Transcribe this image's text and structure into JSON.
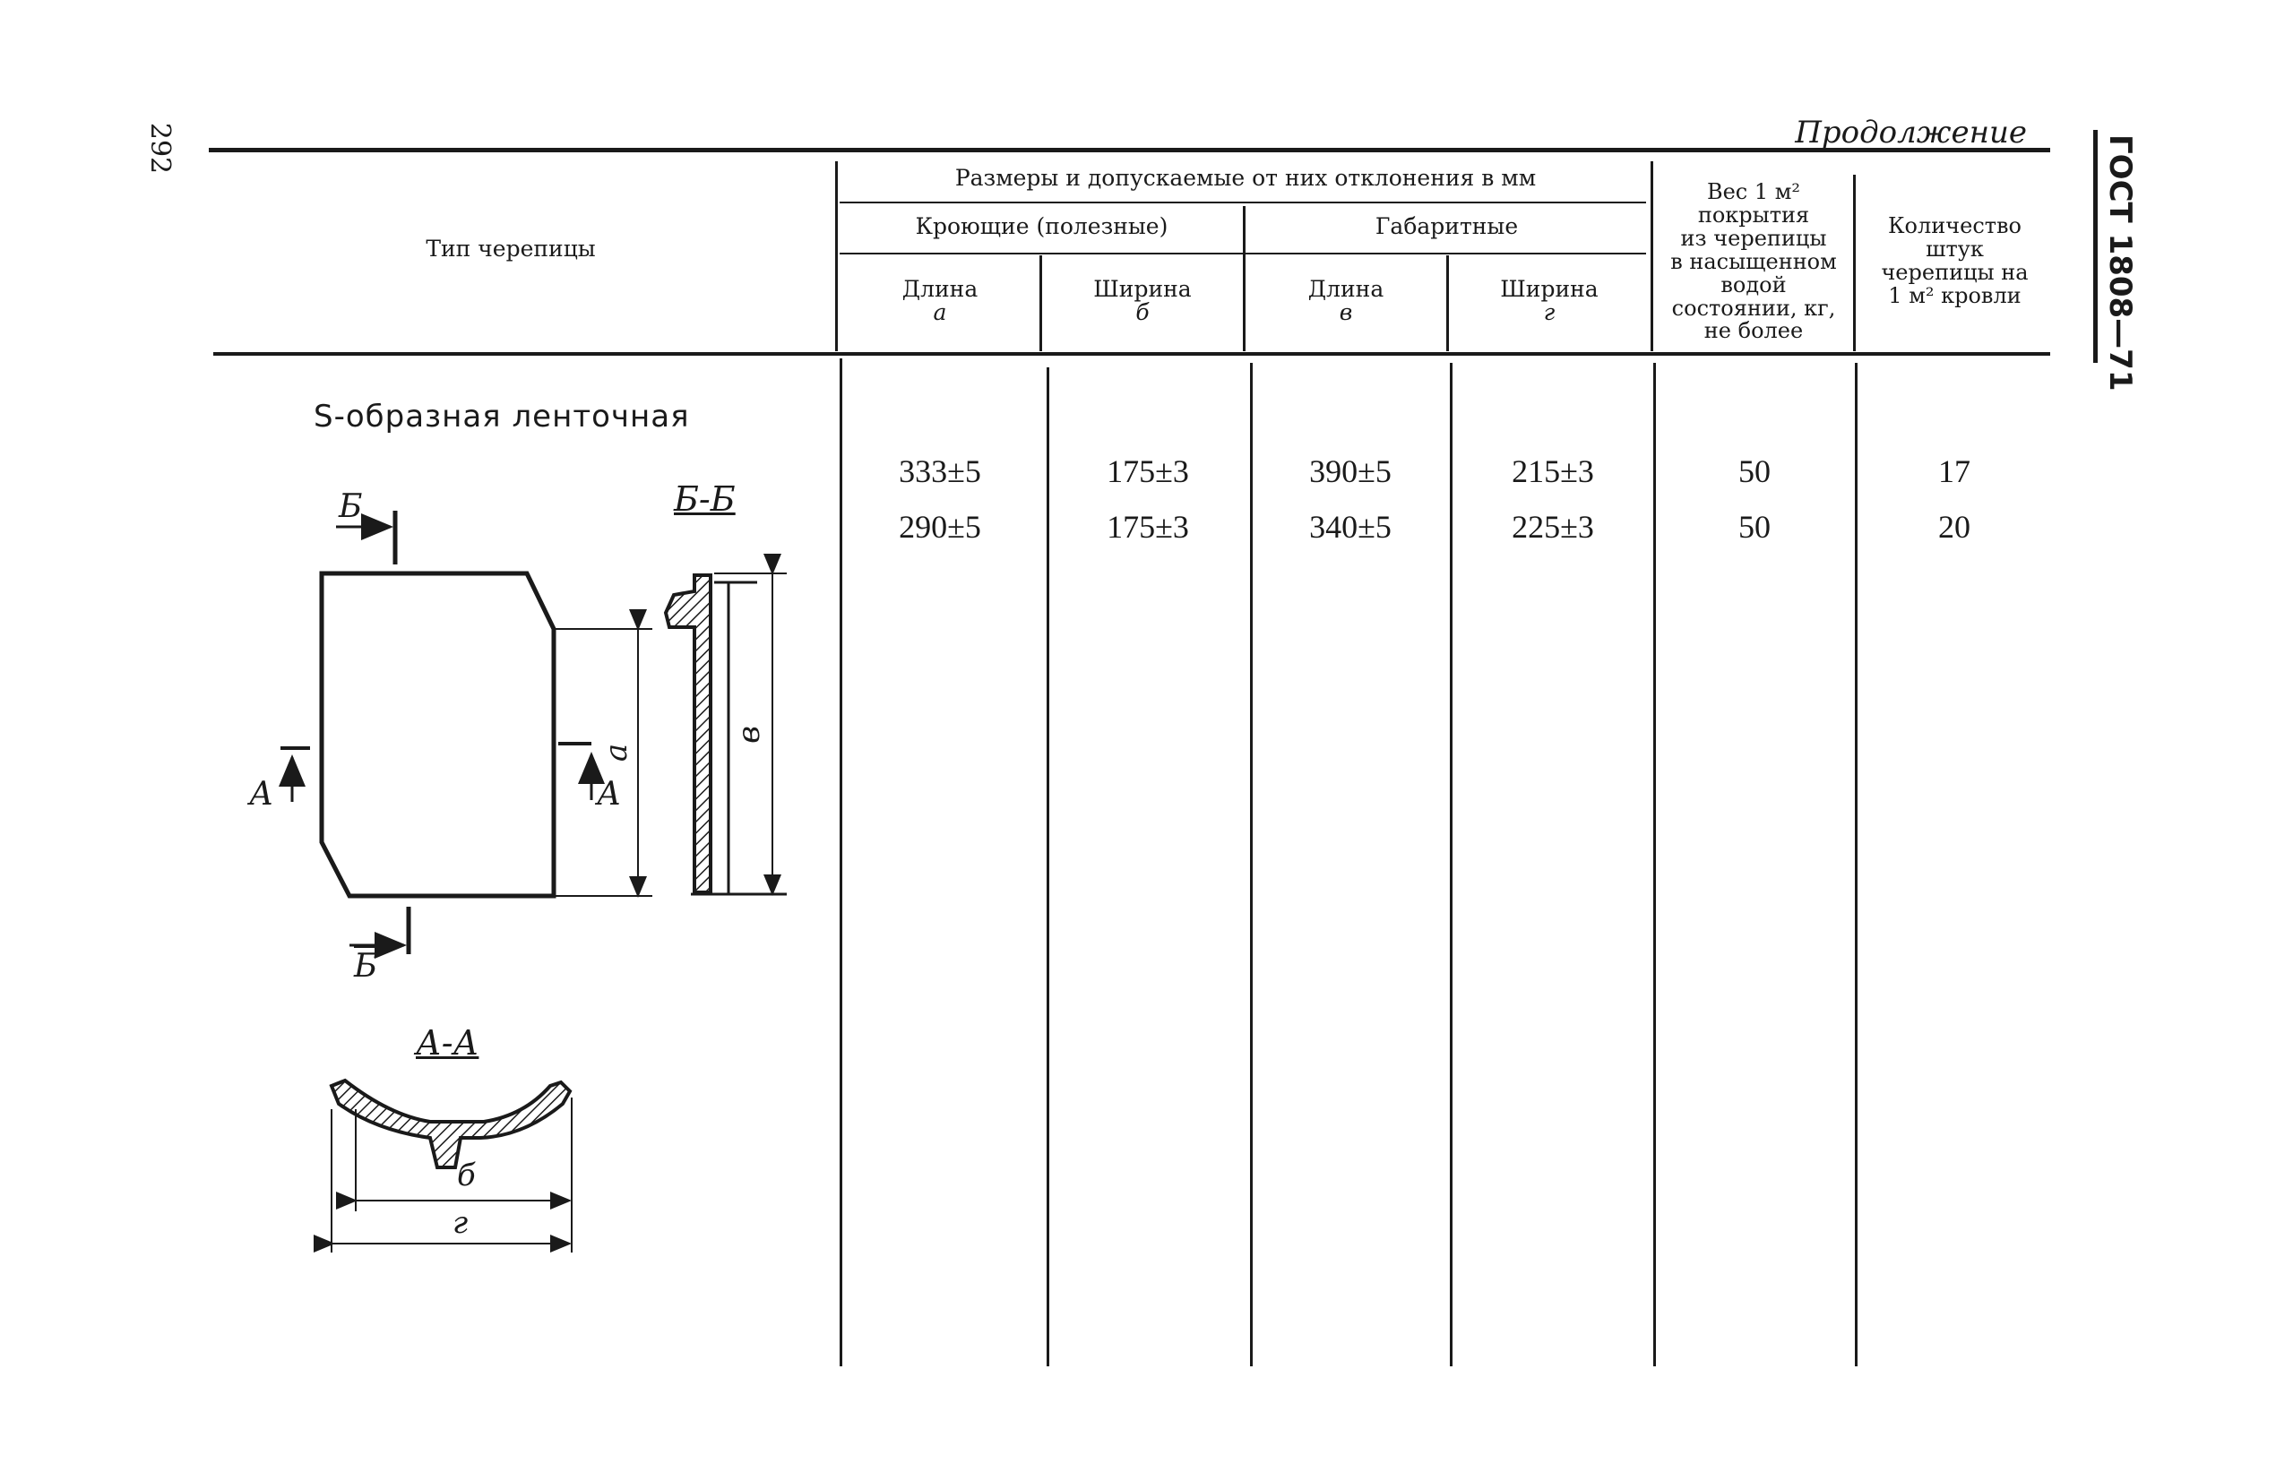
{
  "page": {
    "number": "292",
    "continuation": "Продолжение",
    "standard_code": "ГОСТ 1808—71"
  },
  "table": {
    "header": {
      "tile_type": "Тип черепицы",
      "dimensions_group": "Размеры и допускаемые от них отклонения в мм",
      "covering_group": "Кроющие (полезные)",
      "overall_group": "Габаритные",
      "cover_length": "Длина",
      "cover_length_sym": "a",
      "cover_width": "Ширина",
      "cover_width_sym": "б",
      "overall_length": "Длина",
      "overall_length_sym": "в",
      "overall_width": "Ширина",
      "overall_width_sym": "г",
      "weight_lines": [
        "Вес 1 м²",
        "покрытия",
        "из черепицы",
        "в насыщенном",
        "водой",
        "состоянии, кг,",
        "не более"
      ],
      "count_lines": [
        "Количество",
        "штук",
        "черепицы на",
        "1 м² кровли"
      ]
    },
    "section_title": "S-образная ленточная",
    "rows": [
      {
        "cover_length": "333±5",
        "cover_width": "175±3",
        "overall_length": "390±5",
        "overall_width": "215±3",
        "weight": "50",
        "count": "17"
      },
      {
        "cover_length": "290±5",
        "cover_width": "175±3",
        "overall_length": "340±5",
        "overall_width": "225±3",
        "weight": "50",
        "count": "20"
      }
    ]
  },
  "drawing": {
    "section_bb": "Б-Б",
    "section_aa": "А-А",
    "mark_b": "Б",
    "mark_a": "А",
    "dim_a": "а",
    "dim_v": "в",
    "dim_b": "б",
    "dim_g": "г"
  }
}
